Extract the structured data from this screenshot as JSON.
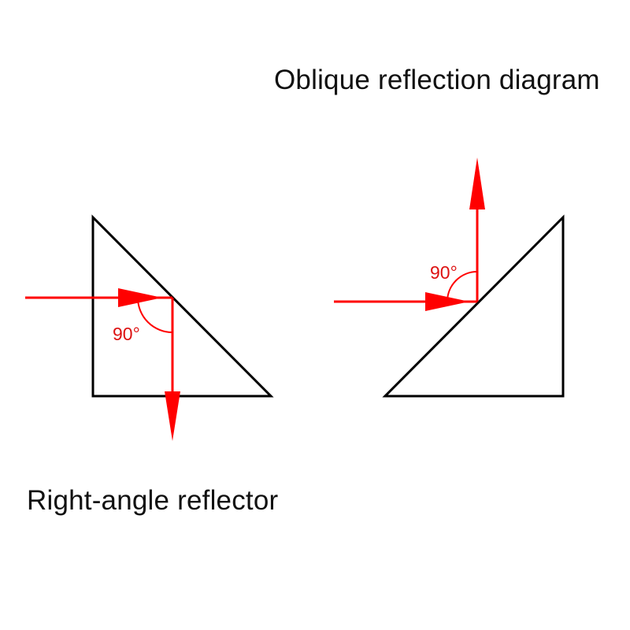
{
  "labels": {
    "oblique_title": "Oblique reflection diagram",
    "right_angle_caption": "Right-angle reflector"
  },
  "left_diagram": {
    "angle_label": "90°"
  },
  "right_diagram": {
    "angle_label": "90°"
  },
  "colors": {
    "outline": "#000000",
    "ray": "#ff0000",
    "angle_text": "#dd1111"
  },
  "icons": [
    "right-arrow-icon",
    "down-arrow-icon",
    "up-arrow-icon"
  ]
}
